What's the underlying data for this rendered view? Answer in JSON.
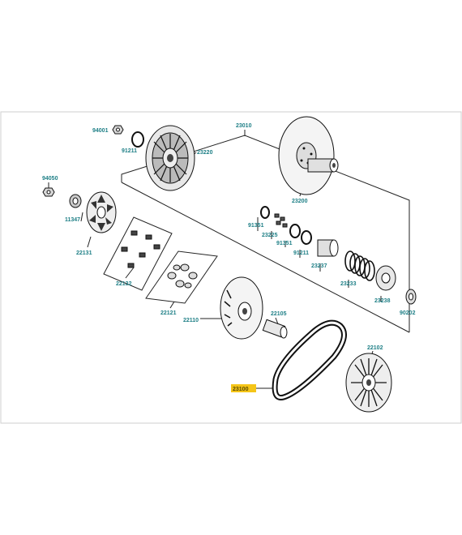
{
  "diagram": {
    "border_color": "#cfcfcf",
    "label_color": "#1e7f86",
    "highlight_color": "#f5c518",
    "parts": [
      {
        "id": "94001",
        "icon": "hex-nut-icon"
      },
      {
        "id": "91211",
        "icon": "o-ring-icon"
      },
      {
        "id": "23010",
        "icon": "bracket-group-icon"
      },
      {
        "id": "23220",
        "icon": "fan-pulley-icon"
      },
      {
        "id": "23200",
        "icon": "sheave-shaft-icon"
      },
      {
        "id": "94050",
        "icon": "hex-nut-icon"
      },
      {
        "id": "11347",
        "icon": "bushing-icon"
      },
      {
        "id": "22131",
        "icon": "ramp-plate-icon"
      },
      {
        "id": "22132",
        "icon": "slider-set-icon"
      },
      {
        "id": "22121",
        "icon": "roller-set-icon"
      },
      {
        "id": "22110",
        "icon": "movable-drive-face-icon"
      },
      {
        "id": "22105",
        "icon": "collar-icon"
      },
      {
        "id": "91351",
        "icon": "o-ring-icon"
      },
      {
        "id": "23225",
        "icon": "pin-set-icon"
      },
      {
        "id": "91351",
        "icon": "o-ring-icon"
      },
      {
        "id": "91211",
        "icon": "o-ring-icon"
      },
      {
        "id": "23237",
        "icon": "cam-collar-icon"
      },
      {
        "id": "23233",
        "icon": "spring-icon"
      },
      {
        "id": "23238",
        "icon": "seat-icon"
      },
      {
        "id": "90202",
        "icon": "washer-icon"
      },
      {
        "id": "22102",
        "icon": "fixed-drive-face-icon"
      },
      {
        "id": "23100",
        "icon": "v-belt-icon"
      }
    ]
  }
}
